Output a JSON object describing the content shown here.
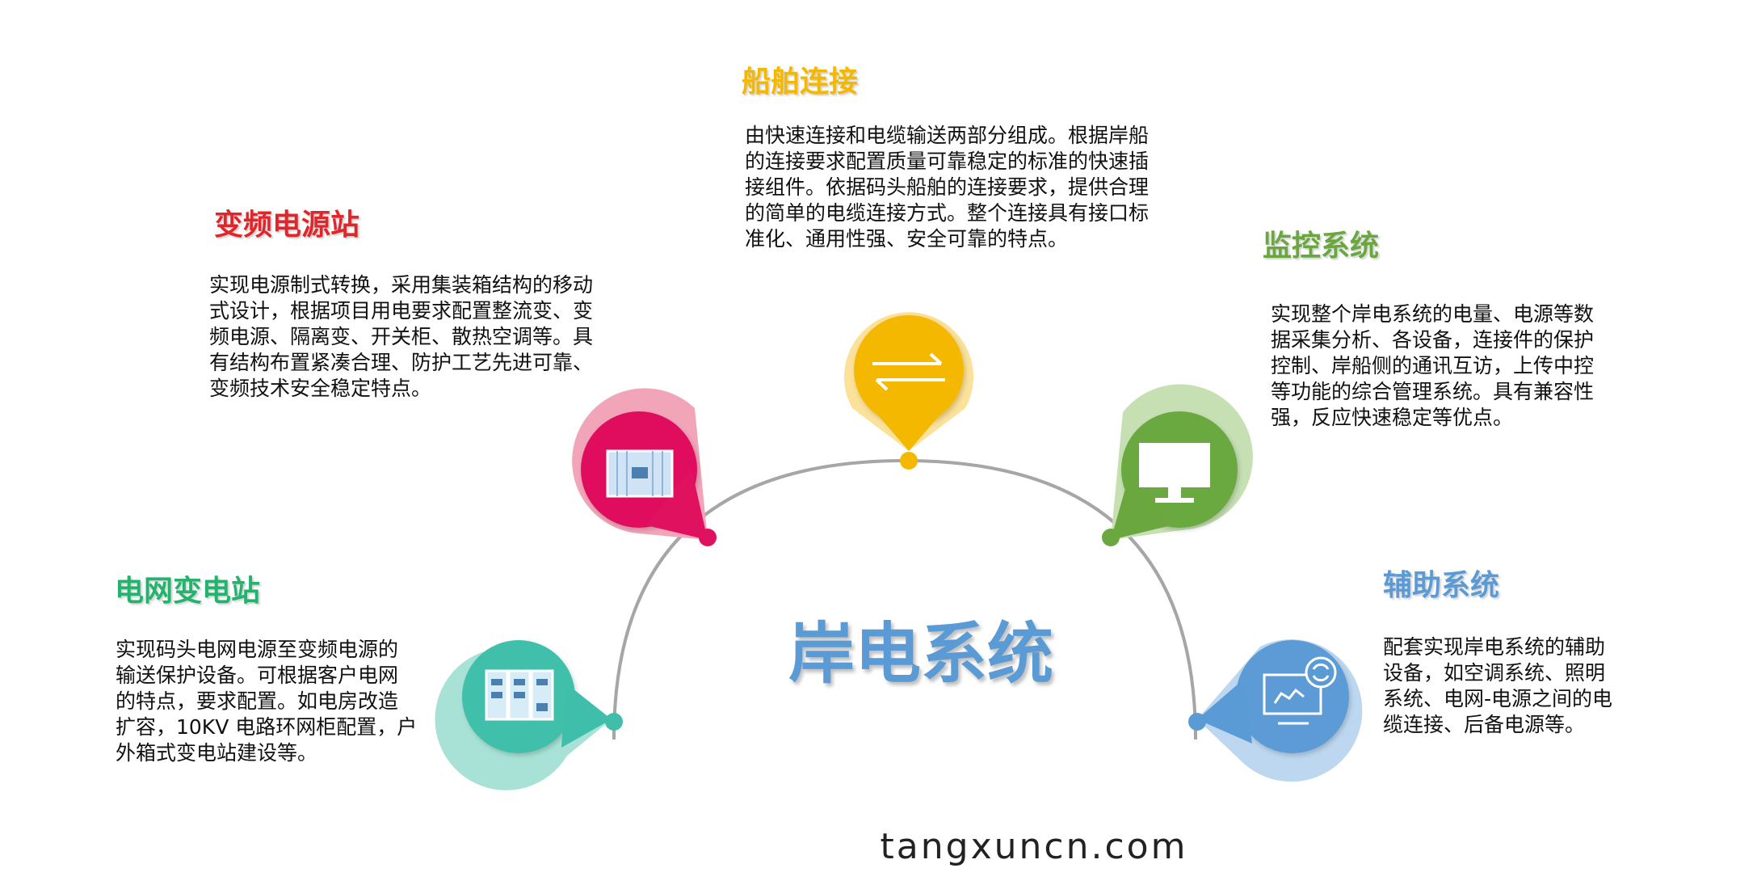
{
  "center_title": "岸电系统",
  "footer_url": "tangxuncn.com",
  "colors": {
    "arc": "#a6a6a6",
    "grid": "#25b99a",
    "freq": "#e0115f",
    "ship": "#f5b800",
    "monitor": "#6aa83f",
    "aux": "#5b9bd5"
  },
  "nodes": [
    {
      "id": "grid",
      "title": "电网变电站",
      "title_color": "#23b36e",
      "icon": "switchgear-cabinet-icon",
      "description": [
        "实现码头电网电源至变频电源的",
        "输送保护设备。可根据客户电网",
        "的特点，要求配置。如电房改造",
        "扩容，10KV 电路环网柜配置，户",
        "外箱式变电站建设等。"
      ]
    },
    {
      "id": "freq",
      "title": "变频电源站",
      "title_color": "#e0262b",
      "icon": "container-station-icon",
      "description": [
        "实现电源制式转换，采用集装箱结构的移动",
        "式设计，根据项目用电要求配置整流变、变",
        "频电源、隔离变、开关柜、散热空调等。具",
        "有结构布置紧凑合理、防护工艺先进可靠、",
        "变频技术安全稳定特点。"
      ]
    },
    {
      "id": "ship",
      "title": "船舶连接",
      "title_color": "#f5b800",
      "icon": "exchange-arrows-icon",
      "description": [
        "由快速连接和电缆输送两部分组成。根据岸船",
        "的连接要求配置质量可靠稳定的标准的快速插",
        "接组件。依据码头船舶的连接要求，提供合理",
        "的简单的电缆连接方式。整个连接具有接口标",
        "准化、通用性强、安全可靠的特点。"
      ]
    },
    {
      "id": "monitor",
      "title": "监控系统",
      "title_color": "#6aa83f",
      "icon": "monitor-icon",
      "description": [
        "实现整个岸电系统的电量、电源等数",
        "据采集分析、各设备，连接件的保护",
        "控制、岸船侧的通讯互访，上传中控",
        "等功能的综合管理系统。具有兼容性",
        "强，反应快速稳定等优点。"
      ]
    },
    {
      "id": "aux",
      "title": "辅助系统",
      "title_color": "#5b9bd5",
      "icon": "gear-monitor-icon",
      "description": [
        "配套实现岸电系统的辅助",
        "设备，如空调系统、照明",
        "系统、电网-电源之间的电",
        "缆连接、后备电源等。"
      ]
    }
  ]
}
